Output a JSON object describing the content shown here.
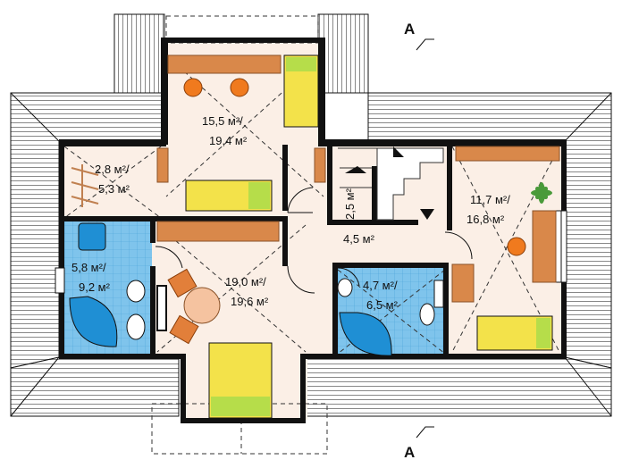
{
  "section_marks": {
    "top": "A",
    "bottom": "A"
  },
  "rooms": [
    {
      "id": "bedroom-top",
      "l1": "15,5 м²/",
      "l2": "19,4 м²"
    },
    {
      "id": "closet-left",
      "l1": "2,8 м²/",
      "l2": "5,3 м²"
    },
    {
      "id": "stair",
      "l1": "2,5 м²",
      "l2": ""
    },
    {
      "id": "bedroom-right",
      "l1": "11,7 м²/",
      "l2": "16,8 м²"
    },
    {
      "id": "hall",
      "l1": "4,5 м²",
      "l2": ""
    },
    {
      "id": "bath-left",
      "l1": "5,8 м²/",
      "l2": "9,2 м²"
    },
    {
      "id": "bedroom-main",
      "l1": "19,0 м²/",
      "l2": "19,6 м²"
    },
    {
      "id": "bath-mid",
      "l1": "4,7 м²/",
      "l2": "6,5 м²"
    }
  ],
  "colors": {
    "wall": "#111111",
    "floor": "#fbefe6",
    "tile": "#7fc4ec",
    "roof": "#ffffff",
    "furniture_wood": "#d9884a",
    "bed": "#f3e24a",
    "bed_pillow": "#b6dd4a",
    "bathtub": "#1f8fd4",
    "chair": "#f07a1e",
    "plant": "#4a9a3a"
  }
}
